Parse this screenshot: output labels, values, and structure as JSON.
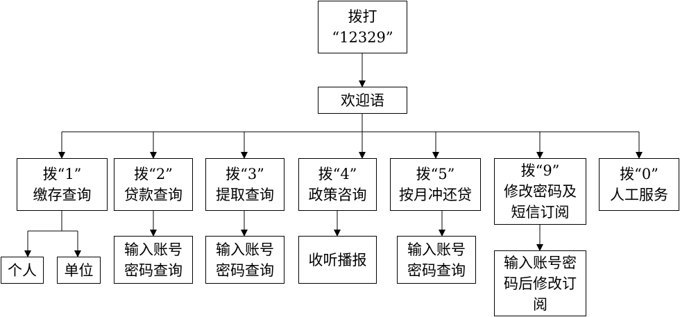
{
  "nodes": {
    "dial": [
      "拨打",
      "“12329”"
    ],
    "welcome": [
      "欢迎语"
    ],
    "opt1": [
      "拨“1”",
      "缴存查询"
    ],
    "opt2": [
      "拨“2”",
      "贷款查询"
    ],
    "opt3": [
      "拨“3”",
      "提取查询"
    ],
    "opt4": [
      "拨“4”",
      "政策咨询"
    ],
    "opt5": [
      "拨“5”",
      "按月冲还贷"
    ],
    "opt9": [
      "拨“9”",
      "修改密码及",
      "短信订阅"
    ],
    "opt0": [
      "拨“0”",
      "人工服务"
    ],
    "personal": [
      "个人"
    ],
    "unit": [
      "单位"
    ],
    "sub2": [
      "输入账号",
      "密码查询"
    ],
    "sub3": [
      "输入账号",
      "密码查询"
    ],
    "sub4": [
      "收听播报"
    ],
    "sub5": [
      "输入账号",
      "密码查询"
    ],
    "sub9": [
      "输入账号密",
      "码后修改订",
      "阅"
    ]
  }
}
